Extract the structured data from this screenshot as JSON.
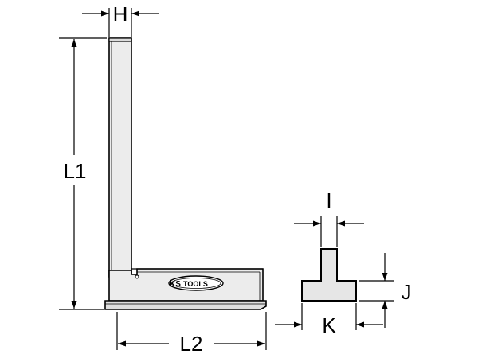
{
  "labels": {
    "h": "H",
    "l1": "L1",
    "l2": "L2",
    "i": "I",
    "j": "J",
    "k": "K"
  },
  "logo": {
    "brand_left": "KS",
    "brand_right": "TOOLS"
  },
  "colors": {
    "line": "#000000",
    "fill_body": "#e6e6e6",
    "background": "#ffffff"
  }
}
